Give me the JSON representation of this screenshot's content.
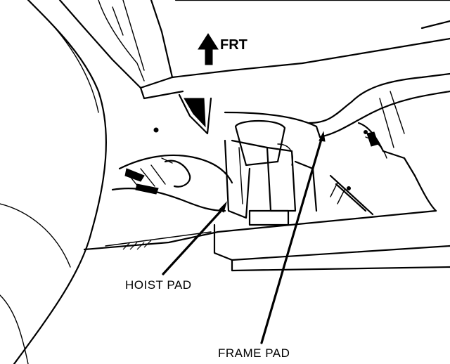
{
  "labels": {
    "direction": "FRT",
    "hoist_pad": "HOIST PAD",
    "frame_pad": "FRAME PAD"
  },
  "icons": {
    "direction_arrow": "front-arrow-icon"
  },
  "colors": {
    "ink": "#000000",
    "paper": "#ffffff"
  }
}
